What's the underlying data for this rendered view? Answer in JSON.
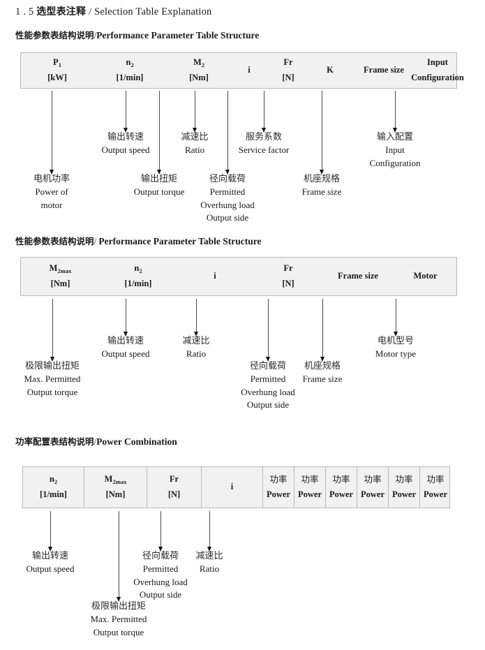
{
  "document": {
    "title_number": "1 . 5",
    "title_cn": "选型表注释",
    "title_separator": "/",
    "title_en": "Selection Table Explanation"
  },
  "sections": [
    {
      "heading_cn": "性能参数表结构说明",
      "heading_sep": "/",
      "heading_en": "Performance Parameter Table Structure",
      "table": {
        "name": "performance-parameter-table-1",
        "columns": [
          {
            "line1": "P",
            "sub1": "1",
            "line2": "[kW]"
          },
          {
            "line1": "n",
            "sub1": "2",
            "line2": "[1/min]"
          },
          {
            "line1": "M",
            "sub1": "2",
            "line2": "[Nm]"
          },
          {
            "line1": "i",
            "sub1": "",
            "line2": ""
          },
          {
            "line1": "Fr",
            "sub1": "",
            "line2": "[N]"
          },
          {
            "line1": "K",
            "sub1": "",
            "line2": ""
          },
          {
            "line1": "Frame size",
            "sub1": "",
            "line2": ""
          },
          {
            "line1": "Input",
            "sub1": "",
            "line2": "Configuration"
          }
        ]
      },
      "annotations": [
        {
          "cn": "电机功率",
          "en": [
            "Power of",
            "motor"
          ]
        },
        {
          "cn": "输出转速",
          "en": [
            "Output speed"
          ]
        },
        {
          "cn": "输出扭矩",
          "en": [
            "Output torque"
          ]
        },
        {
          "cn": "减速比",
          "en": [
            "Ratio"
          ]
        },
        {
          "cn": "径向载荷",
          "en": [
            "Permitted",
            "Overhung load",
            "Output side"
          ]
        },
        {
          "cn": "服务系数",
          "en": [
            "Service factor"
          ]
        },
        {
          "cn": "机座规格",
          "en": [
            "Frame size"
          ]
        },
        {
          "cn": "输入配置",
          "en": [
            "Input",
            "Configuration"
          ]
        }
      ]
    },
    {
      "heading_cn": "性能参数表结构说明",
      "heading_sep": "/",
      "heading_en": "Performance Parameter Table Structure",
      "table": {
        "name": "performance-parameter-table-2",
        "columns": [
          {
            "line1": "M",
            "sub1": "2max",
            "line2": "[Nm]"
          },
          {
            "line1": "n",
            "sub1": "2",
            "line2": "[1/min]"
          },
          {
            "line1": "i",
            "sub1": "",
            "line2": ""
          },
          {
            "line1": "Fr",
            "sub1": "",
            "line2": "[N]"
          },
          {
            "line1": "Frame size",
            "sub1": "",
            "line2": ""
          },
          {
            "line1": "Motor",
            "sub1": "",
            "line2": ""
          }
        ]
      },
      "annotations": [
        {
          "cn": "极限输出扭矩",
          "en": [
            "Max. Permitted",
            "Output  torque"
          ]
        },
        {
          "cn": "输出转速",
          "en": [
            "Output speed"
          ]
        },
        {
          "cn": "减速比",
          "en": [
            "Ratio"
          ]
        },
        {
          "cn": "径向载荷",
          "en": [
            "Permitted",
            "Overhung load",
            "Output side"
          ]
        },
        {
          "cn": "机座规格",
          "en": [
            "Frame size"
          ]
        },
        {
          "cn": "电机型号",
          "en": [
            "Motor type"
          ]
        }
      ]
    },
    {
      "heading_cn": "功率配置表结构说明",
      "heading_sep": "/",
      "heading_en": "Power Combination",
      "table": {
        "name": "power-combination-table",
        "columns": [
          {
            "line1": "n",
            "sub1": "2",
            "line2": "[1/min]"
          },
          {
            "line1": "M",
            "sub1": "2max",
            "line2": "[Nm]"
          },
          {
            "line1": "Fr",
            "sub1": "",
            "line2": "[N]"
          },
          {
            "line1": "i",
            "sub1": "",
            "line2": ""
          },
          {
            "line1": "功率",
            "sub1": "",
            "line2": "Power",
            "cn_first": true
          },
          {
            "line1": "功率",
            "sub1": "",
            "line2": "Power",
            "cn_first": true
          },
          {
            "line1": "功率",
            "sub1": "",
            "line2": "Power",
            "cn_first": true
          },
          {
            "line1": "功率",
            "sub1": "",
            "line2": "Power",
            "cn_first": true
          },
          {
            "line1": "功率",
            "sub1": "",
            "line2": "Power",
            "cn_first": true
          },
          {
            "line1": "功率",
            "sub1": "",
            "line2": "Power",
            "cn_first": true
          }
        ]
      },
      "annotations": [
        {
          "cn": "输出转速",
          "en": [
            "Output speed"
          ]
        },
        {
          "cn": "极限输出扭矩",
          "en": [
            "Max. Permitted",
            "Output  torque"
          ]
        },
        {
          "cn": "径向载荷",
          "en": [
            "Permitted",
            "Overhung load",
            "Output side"
          ]
        },
        {
          "cn": "减速比",
          "en": [
            "Ratio"
          ]
        }
      ]
    }
  ],
  "style": {
    "table_bg": "#f1f1f1",
    "table_border": "#b9b9b9",
    "arrow_color": "#4a4a4a",
    "text_color": "#1a1a1a"
  }
}
